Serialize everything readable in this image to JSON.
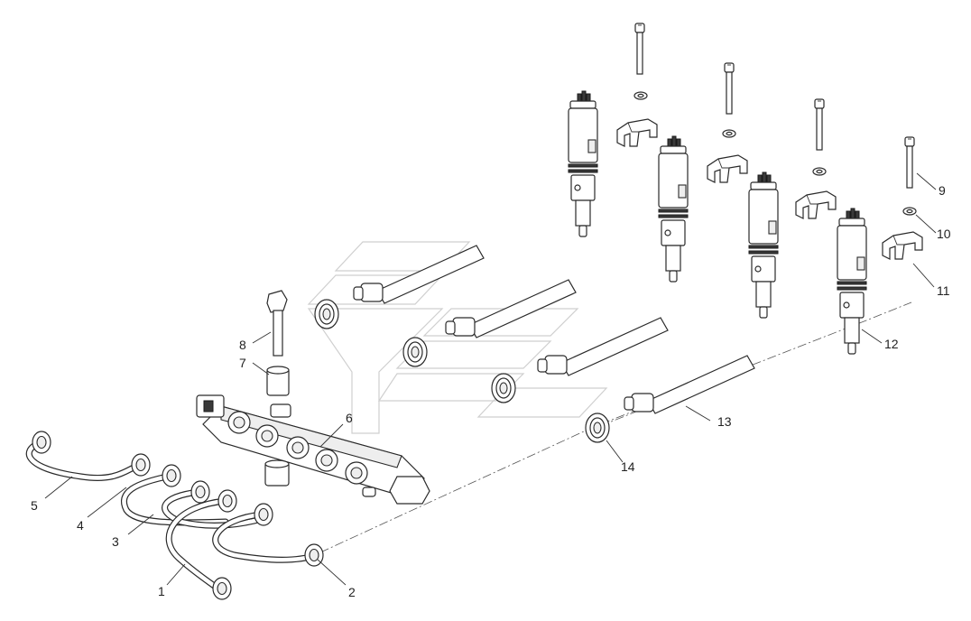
{
  "labels": [
    {
      "id": "p1",
      "text": "1"
    },
    {
      "id": "p2",
      "text": "2"
    },
    {
      "id": "p3",
      "text": "3"
    },
    {
      "id": "p4",
      "text": "4"
    },
    {
      "id": "p5",
      "text": "5"
    },
    {
      "id": "p6",
      "text": "6"
    },
    {
      "id": "p7",
      "text": "7"
    },
    {
      "id": "p8",
      "text": "8"
    },
    {
      "id": "p9",
      "text": "9"
    },
    {
      "id": "p10",
      "text": "10"
    },
    {
      "id": "p11",
      "text": "11"
    },
    {
      "id": "p12",
      "text": "12"
    },
    {
      "id": "p13",
      "text": "13"
    },
    {
      "id": "p14",
      "text": "14"
    }
  ],
  "colors": {
    "line": "#2a2a2a",
    "watermark": "#cfcfcf",
    "background": "#ffffff"
  }
}
